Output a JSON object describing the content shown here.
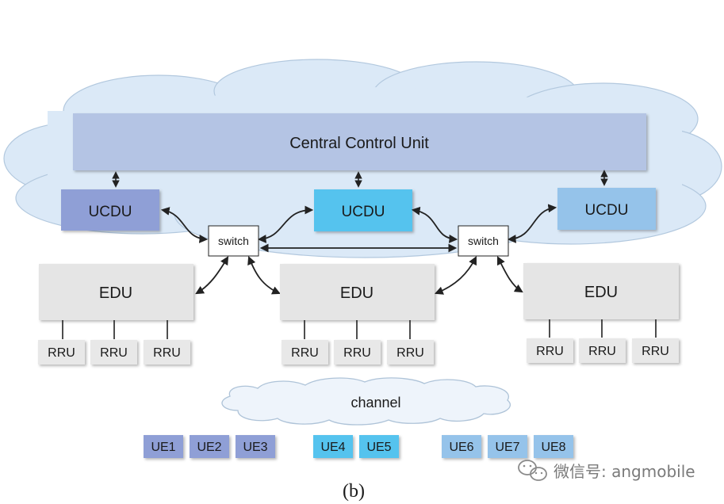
{
  "cloud_label": "",
  "central_control_unit": "Central Control Unit",
  "ucdu": [
    {
      "label": "UCDU",
      "color": "#8f9fd6"
    },
    {
      "label": "UCDU",
      "color": "#55c3ee"
    },
    {
      "label": "UCDU",
      "color": "#95c3ea"
    }
  ],
  "switches": [
    "switch",
    "switch"
  ],
  "edu": [
    "EDU",
    "EDU",
    "EDU"
  ],
  "rru": [
    [
      "RRU",
      "RRU",
      "RRU"
    ],
    [
      "RRU",
      "RRU",
      "RRU"
    ],
    [
      "RRU",
      "RRU",
      "RRU"
    ]
  ],
  "channel": "channel",
  "ue": {
    "group1": {
      "labels": [
        "UE1",
        "UE2",
        "UE3"
      ],
      "color": "#8f9fd6"
    },
    "group2": {
      "labels": [
        "UE4",
        "UE5"
      ],
      "color": "#55c3ee"
    },
    "group3": {
      "labels": [
        "UE6",
        "UE7",
        "UE8"
      ],
      "color": "#95c3ea"
    }
  },
  "caption": "(b)",
  "watermark": "微信号: angmobile",
  "colors": {
    "cloud_fill": "#dbe9f7",
    "ccu_fill": "#b4c4e4",
    "edu_fill": "#e5e5e5",
    "rru_fill": "#e8e8e8"
  }
}
